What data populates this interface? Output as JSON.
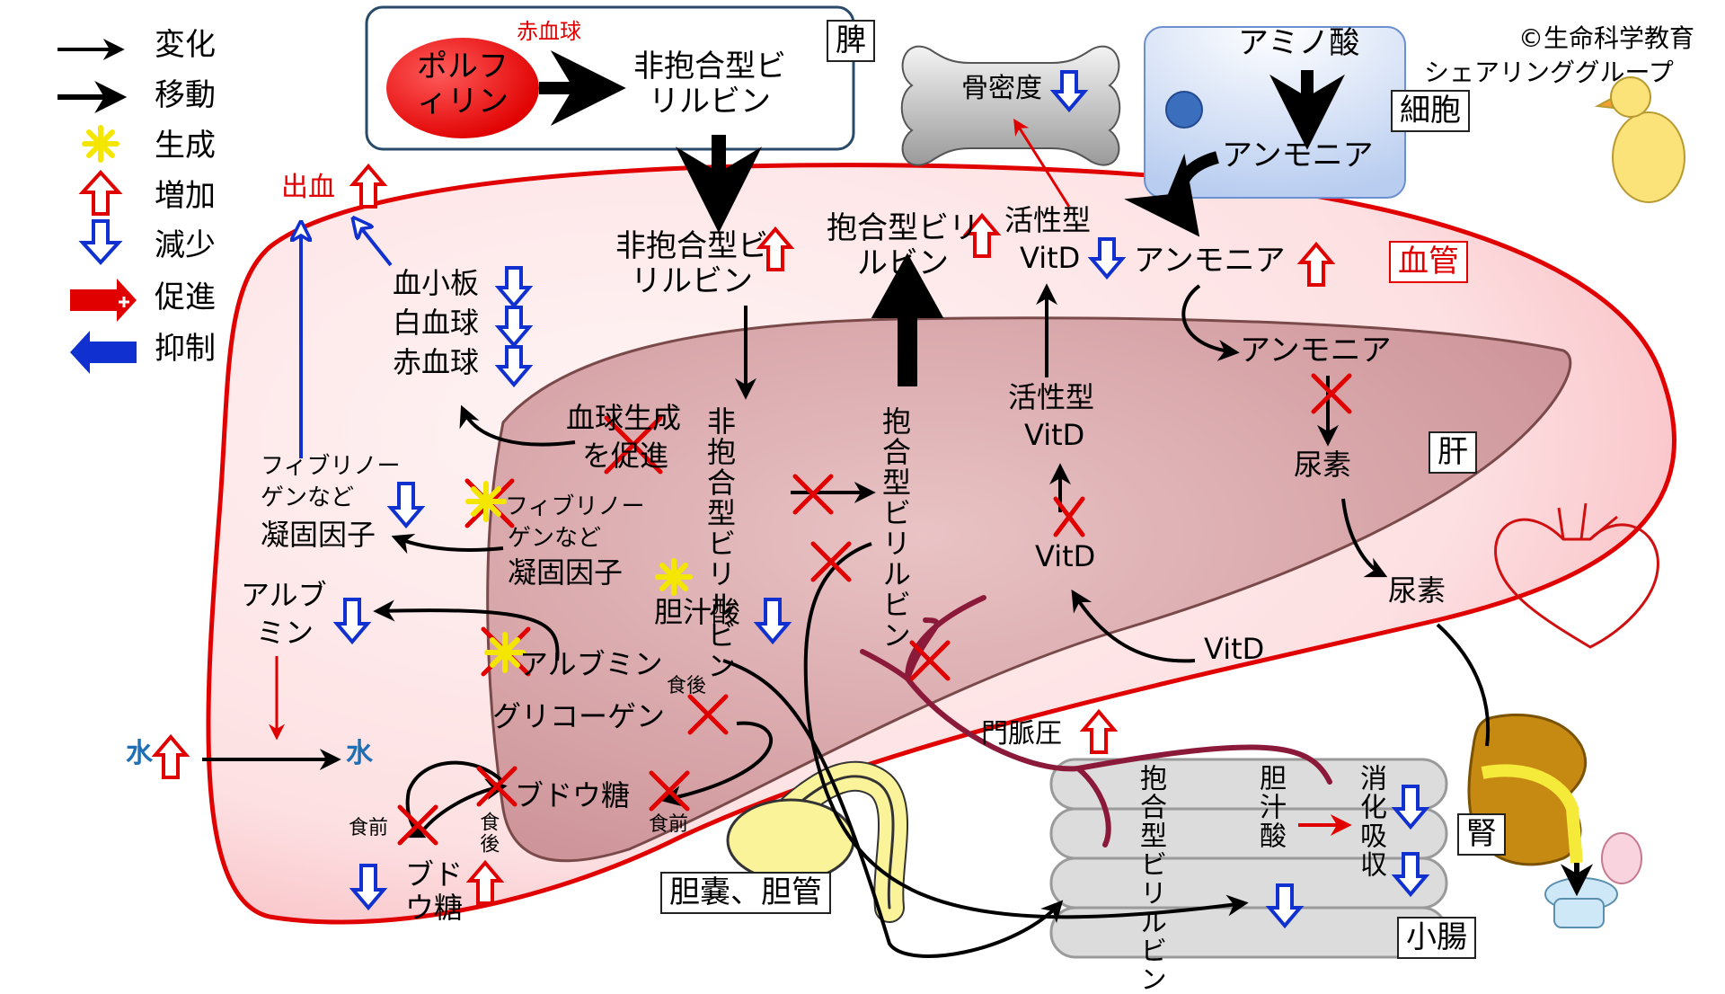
{
  "legend": {
    "change": "変化",
    "move": "移動",
    "produce": "生成",
    "increase": "増加",
    "decrease": "減少",
    "promote": "促進",
    "inhibit": "抑制"
  },
  "copyright": "©生命科学教育",
  "group": "シェアリンググループ",
  "boxes": {
    "spleen": "脾",
    "bone_density": "骨密度",
    "cell": "細胞",
    "blood_vessel": "血管",
    "liver": "肝",
    "gallbladder": "胆嚢、胆管",
    "small_intestine": "小腸",
    "kidney": "腎"
  },
  "spleen": {
    "rbc": "赤血球",
    "porphyrin": "ポルフィリン",
    "unconj_bilirubin": "非抱合型ビリルビン"
  },
  "cell": {
    "amino_acid": "アミノ酸",
    "ammonia": "アンモニア"
  },
  "blood": {
    "bleeding": "出血",
    "unconj_bilirubin": "非抱合型ビリルビン",
    "conj_bilirubin": "抱合型ビリルビン",
    "active_vitd_1": "活性型",
    "active_vitd_2": "VitD",
    "ammonia": "アンモニア",
    "platelets": "血小板",
    "wbc": "白血球",
    "rbc": "赤血球",
    "fibrinogen_1": "フィブリノー",
    "fibrinogen_2": "ゲンなど",
    "clotting": "凝固因子",
    "albumin_1": "アルブ",
    "albumin_2": "ミン",
    "water_left": "水",
    "water_right": "水",
    "before_meal": "食前",
    "after_meal": "食後",
    "glucose": "ブドウ糖",
    "urea": "尿素"
  },
  "liver": {
    "hematopoiesis_1": "血球生成",
    "hematopoiesis_2": "を促進",
    "unconj_bilirubin": "非抱合型ビリルビン",
    "conj_bilirubin": "抱合型ビリルビン",
    "active_vitd_1": "活性型",
    "active_vitd_2": "VitD",
    "vitd": "VitD",
    "vitd_in": "VitD",
    "ammonia": "アンモニア",
    "urea": "尿素",
    "fibrinogen_1": "フィブリノー",
    "fibrinogen_2": "ゲンなど",
    "clotting": "凝固因子",
    "bile_acid": "胆汁酸",
    "albumin": "アルブミン",
    "glycogen": "グリコーゲン",
    "after_meal": "食後",
    "glucose": "ブドウ糖",
    "before_meal": "食前",
    "portal_pressure": "門脈圧"
  },
  "intestine": {
    "conj_bilirubin": "抱合型ビリルビン",
    "bile_acid": "胆汁酸",
    "digestion": "消化吸収"
  },
  "colors": {
    "increase": "#e00000",
    "decrease": "#1030d0",
    "vessel_fill": "#fde0e2",
    "liver_fill": "#d9a3a6",
    "portal_vein": "#8b1a3a"
  }
}
